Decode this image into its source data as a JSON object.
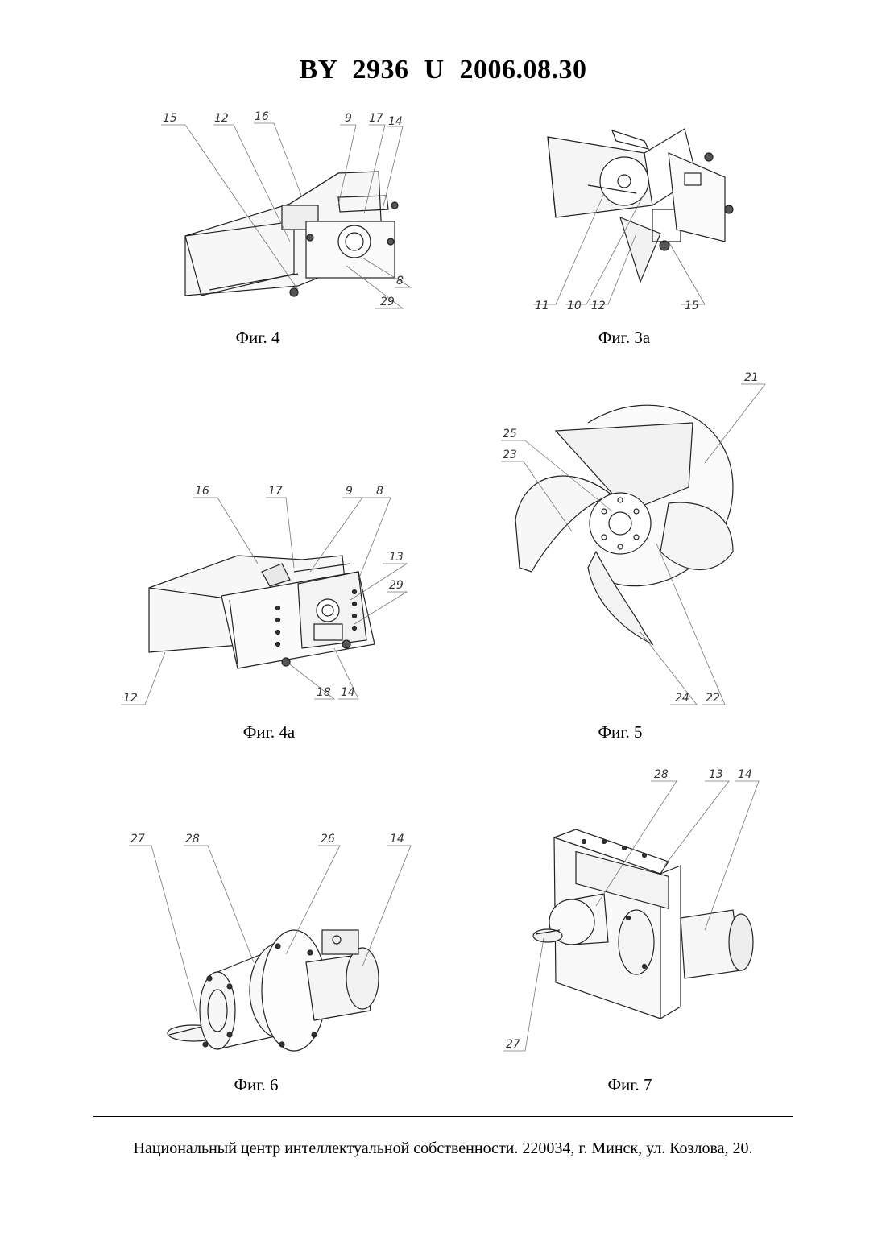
{
  "header": {
    "title": "BY  2936  U  2006.08.30"
  },
  "figures": [
    {
      "id": "fig4",
      "caption": "Фиг. 4",
      "callouts": [
        "15",
        "12",
        "16",
        "9",
        "17",
        "14",
        "8",
        "29"
      ]
    },
    {
      "id": "fig3a",
      "caption": "Фиг. 3а",
      "callouts": [
        "11",
        "10",
        "12",
        "15"
      ]
    },
    {
      "id": "fig4a",
      "caption": "Фиг. 4а",
      "callouts": [
        "16",
        "17",
        "9",
        "8",
        "13",
        "29",
        "12",
        "18",
        "14"
      ]
    },
    {
      "id": "fig5",
      "caption": "Фиг. 5",
      "callouts": [
        "21",
        "25",
        "23",
        "24",
        "22"
      ]
    },
    {
      "id": "fig6",
      "caption": "Фиг. 6",
      "callouts": [
        "27",
        "28",
        "26",
        "14"
      ]
    },
    {
      "id": "fig7",
      "caption": "Фиг. 7",
      "callouts": [
        "28",
        "13",
        "14",
        "27"
      ]
    }
  ],
  "footer": {
    "text": "Национальный центр интеллектуальной собственности. 220034, г. Минск, ул. Козлова, 20."
  }
}
